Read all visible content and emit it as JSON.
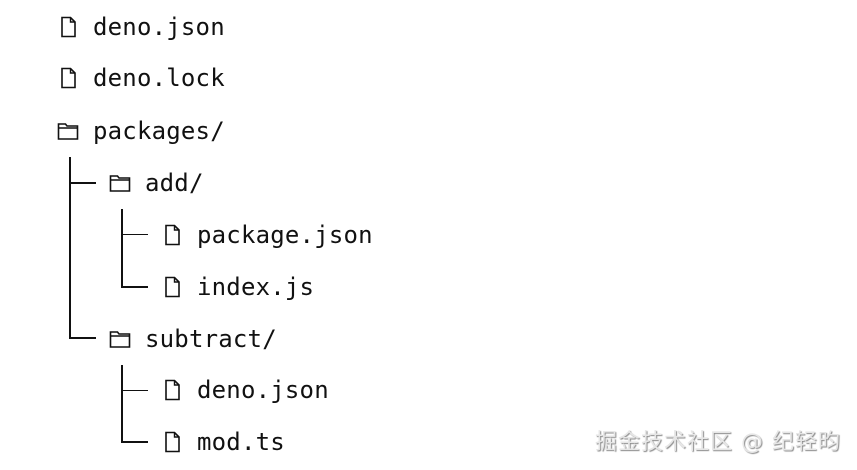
{
  "tree": {
    "items": [
      {
        "name": "deno.json",
        "type": "file",
        "depth": 0
      },
      {
        "name": "deno.lock",
        "type": "file",
        "depth": 0
      },
      {
        "name": "packages/",
        "type": "folder",
        "depth": 0
      },
      {
        "name": "add/",
        "type": "folder",
        "depth": 1
      },
      {
        "name": "package.json",
        "type": "file",
        "depth": 2
      },
      {
        "name": "index.js",
        "type": "file",
        "depth": 2
      },
      {
        "name": "subtract/",
        "type": "folder",
        "depth": 1
      },
      {
        "name": "deno.json",
        "type": "file",
        "depth": 2
      },
      {
        "name": "mod.ts",
        "type": "file",
        "depth": 2
      }
    ]
  },
  "watermark": {
    "text": "掘金技术社区 @ 纪轻昀"
  },
  "icons": {
    "file": "file-icon",
    "folder": "folder-icon"
  },
  "colors": {
    "text": "#111111",
    "background": "#ffffff",
    "lines": "#111111"
  }
}
